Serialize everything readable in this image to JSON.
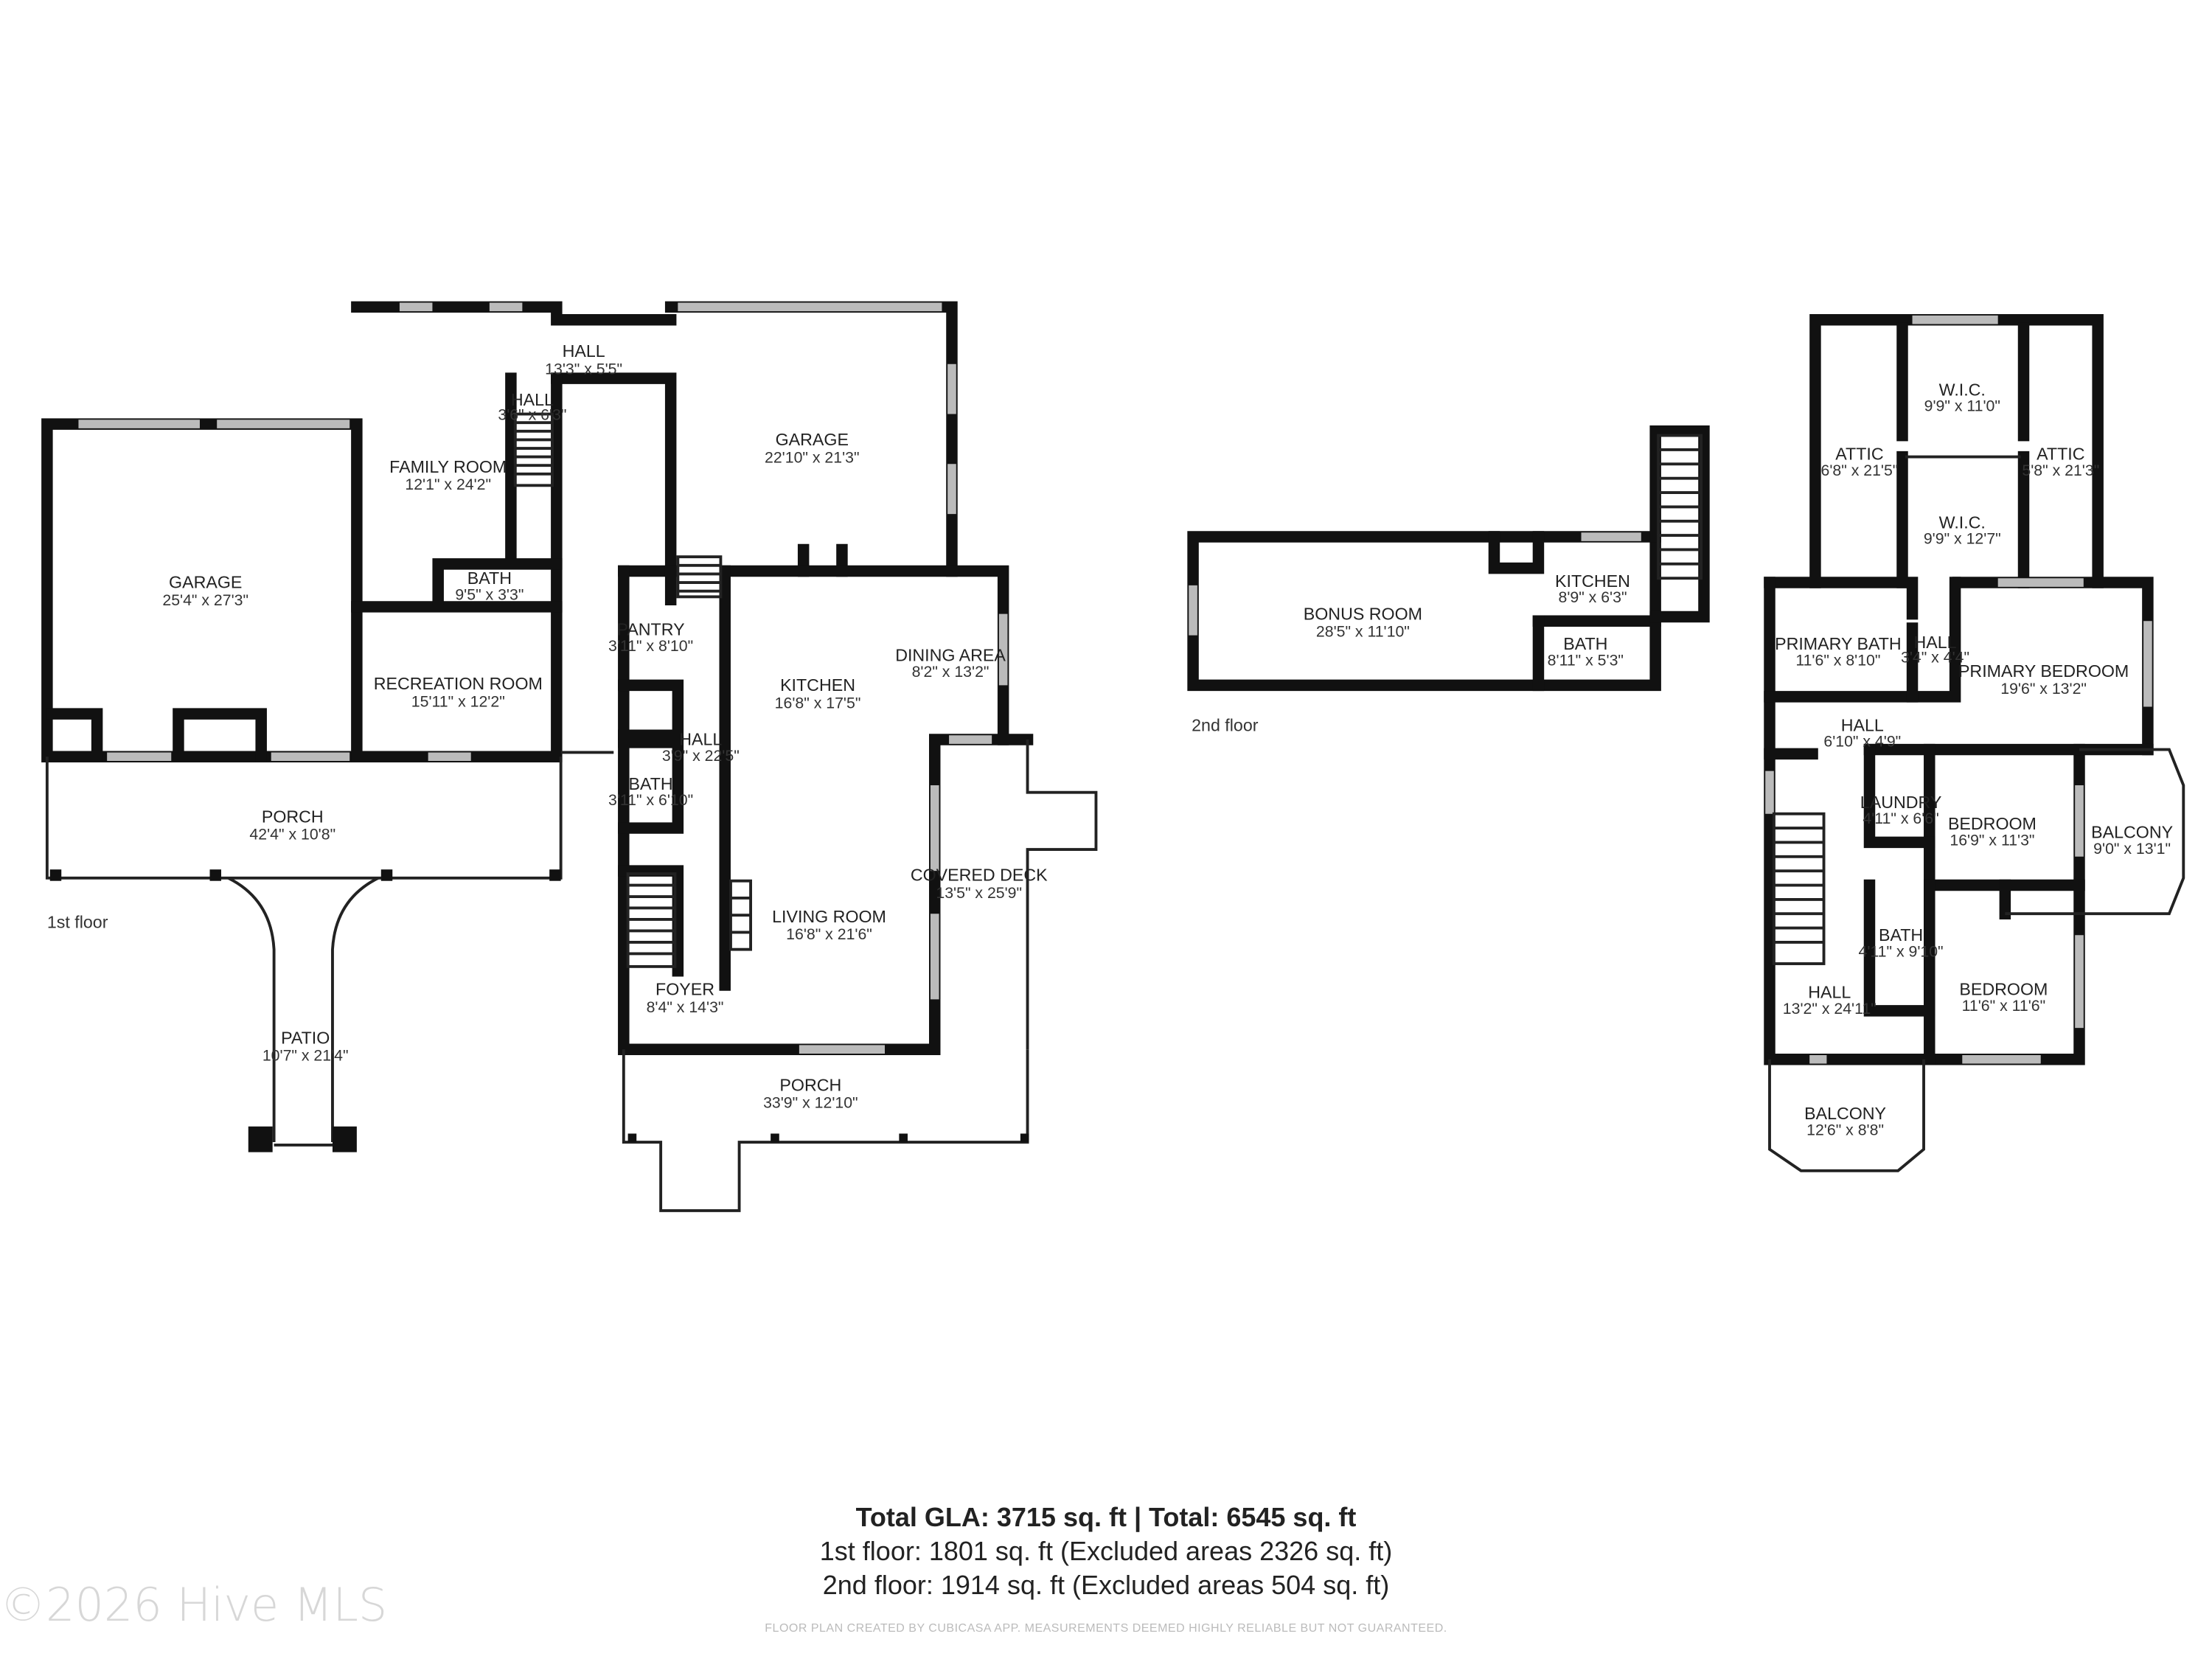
{
  "floor_labels": {
    "first": "1st floor",
    "second": "2nd floor"
  },
  "rooms": {
    "garage_left": {
      "name": "GARAGE",
      "dim": "25'4\" x 27'3\""
    },
    "family_room": {
      "name": "FAMILY ROOM",
      "dim": "12'1\" x 24'2\""
    },
    "hall_top": {
      "name": "HALL",
      "dim": "13'3\" x 5'5\""
    },
    "hall_small": {
      "name": "HALL",
      "dim": "3'6\" x 6'3\""
    },
    "bath_1": {
      "name": "BATH",
      "dim": "9'5\" x 3'3\""
    },
    "recreation_room": {
      "name": "RECREATION ROOM",
      "dim": "15'11\" x 12'2\""
    },
    "porch_left": {
      "name": "PORCH",
      "dim": "42'4\" x 10'8\""
    },
    "patio": {
      "name": "PATIO",
      "dim": "10'7\" x 21'4\""
    },
    "garage_right": {
      "name": "GARAGE",
      "dim": "22'10\" x 21'3\""
    },
    "pantry": {
      "name": "PANTRY",
      "dim": "3'11\" x 8'10\""
    },
    "kitchen_1": {
      "name": "KITCHEN",
      "dim": "16'8\" x 17'5\""
    },
    "dining_area": {
      "name": "DINING AREA",
      "dim": "8'2\" x 13'2\""
    },
    "hall_long": {
      "name": "HALL",
      "dim": "3'9\" x 22'5\""
    },
    "bath_2": {
      "name": "BATH",
      "dim": "3'11\" x 6'10\""
    },
    "covered_deck": {
      "name": "COVERED DECK",
      "dim": "13'5\" x 25'9\""
    },
    "living_room": {
      "name": "LIVING ROOM",
      "dim": "16'8\" x 21'6\""
    },
    "foyer": {
      "name": "FOYER",
      "dim": "8'4\" x 14'3\""
    },
    "porch_front": {
      "name": "PORCH",
      "dim": "33'9\" x 12'10\""
    },
    "bonus_room": {
      "name": "BONUS ROOM",
      "dim": "28'5\" x 11'10\""
    },
    "kitchen_2": {
      "name": "KITCHEN",
      "dim": "8'9\" x 6'3\""
    },
    "bath_3": {
      "name": "BATH",
      "dim": "8'11\" x 5'3\""
    },
    "wic_1": {
      "name": "W.I.C.",
      "dim": "9'9\" x 11'0\""
    },
    "attic_left": {
      "name": "ATTIC",
      "dim": "6'8\" x 21'5\""
    },
    "attic_right": {
      "name": "ATTIC",
      "dim": "5'8\" x 21'3\""
    },
    "wic_2": {
      "name": "W.I.C.",
      "dim": "9'9\" x 12'7\""
    },
    "primary_bath": {
      "name": "PRIMARY BATH",
      "dim": "11'6\" x 8'10\""
    },
    "hall_tiny": {
      "name": "HALL",
      "dim": "3'4\" x 4'4\""
    },
    "primary_bedroom": {
      "name": "PRIMARY BEDROOM",
      "dim": "19'6\" x 13'2\""
    },
    "hall_2": {
      "name": "HALL",
      "dim": "6'10\" x 4'9\""
    },
    "laundry": {
      "name": "LAUNDRY",
      "dim": "4'11\" x 6'6\""
    },
    "bedroom_1": {
      "name": "BEDROOM",
      "dim": "16'9\" x 11'3\""
    },
    "balcony_right": {
      "name": "BALCONY",
      "dim": "9'0\" x 13'1\""
    },
    "bath_4": {
      "name": "BATH",
      "dim": "4'11\" x 9'10\""
    },
    "hall_big": {
      "name": "HALL",
      "dim": "13'2\" x 24'11\""
    },
    "bedroom_2": {
      "name": "BEDROOM",
      "dim": "11'6\" x 11'6\""
    },
    "balcony_bottom": {
      "name": "BALCONY",
      "dim": "12'6\" x 8'8\""
    }
  },
  "summary": {
    "total": "Total GLA: 3715 sq. ft | Total: 6545 sq. ft",
    "first_floor": "1st floor: 1801 sq. ft (Excluded areas 2326 sq. ft)",
    "second_floor": "2nd floor: 1914 sq. ft (Excluded areas 504 sq. ft)"
  },
  "disclaimer": "FLOOR PLAN CREATED BY CUBICASA APP. MEASUREMENTS DEEMED HIGHLY RELIABLE BUT NOT GUARANTEED.",
  "watermark": "©2026 Hive MLS"
}
